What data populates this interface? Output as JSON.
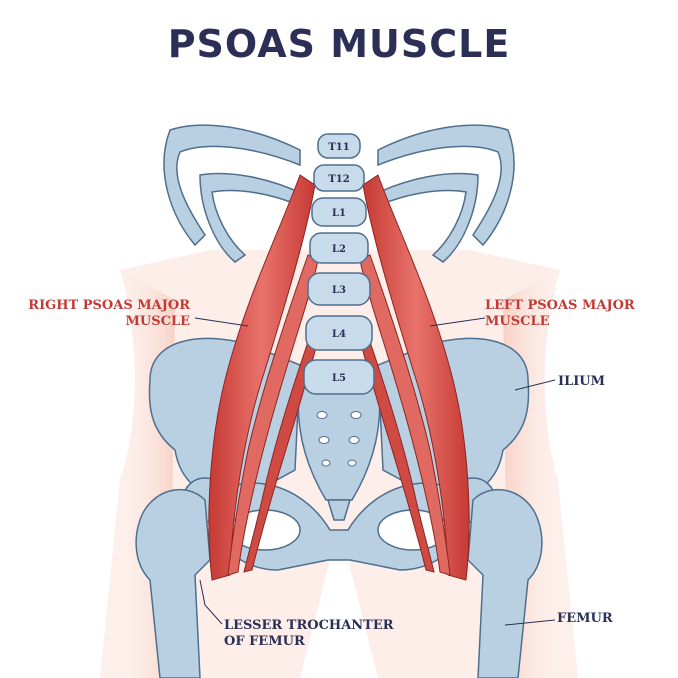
{
  "title": "PSOAS MUSCLE",
  "labels": {
    "right_psoas": [
      "RIGHT PSOAS MAJOR",
      "MUSCLE"
    ],
    "left_psoas": [
      "LEFT PSOAS MAJOR",
      "MUSCLE"
    ],
    "ilium": "ILIUM",
    "femur": "FEMUR",
    "lesser_trochanter": [
      "LESSER TROCHANTER",
      "OF FEMUR"
    ]
  },
  "vertebrae": [
    "T11",
    "T12",
    "L1",
    "L2",
    "L3",
    "L4",
    "L5"
  ],
  "colors": {
    "title": "#2b2f55",
    "muscle_label": "#c33a35",
    "bone": "#b9d0e3",
    "bone_outline": "#4f6f8e",
    "muscle": "#d9514a",
    "skin": "#fbe2db"
  }
}
